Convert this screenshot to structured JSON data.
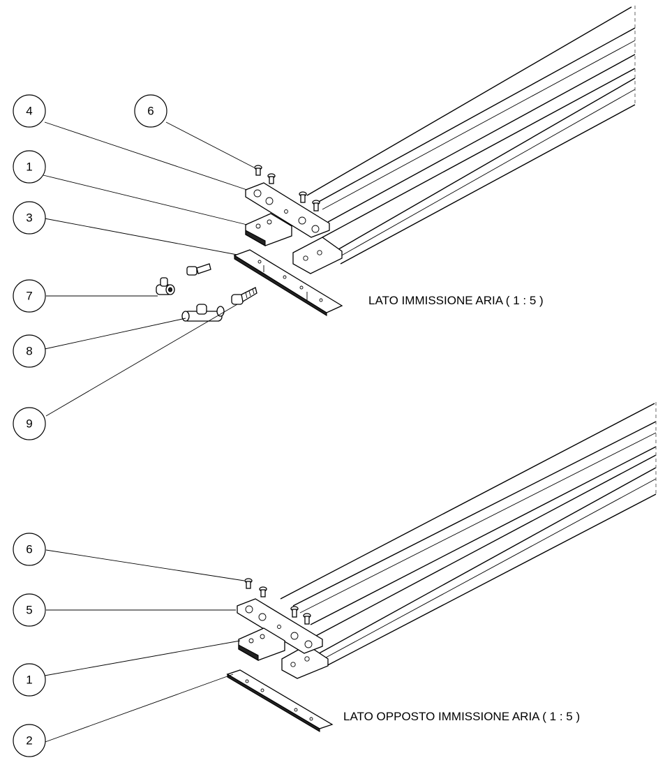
{
  "views": [
    {
      "caption": "LATO IMMISSIONE ARIA ( 1 : 5 )",
      "balloons": [
        "4",
        "6",
        "1",
        "3",
        "7",
        "8",
        "9"
      ]
    },
    {
      "caption": "LATO OPPOSTO IMMISSIONE ARIA ( 1 : 5 )",
      "balloons": [
        "6",
        "5",
        "1",
        "2"
      ]
    }
  ]
}
